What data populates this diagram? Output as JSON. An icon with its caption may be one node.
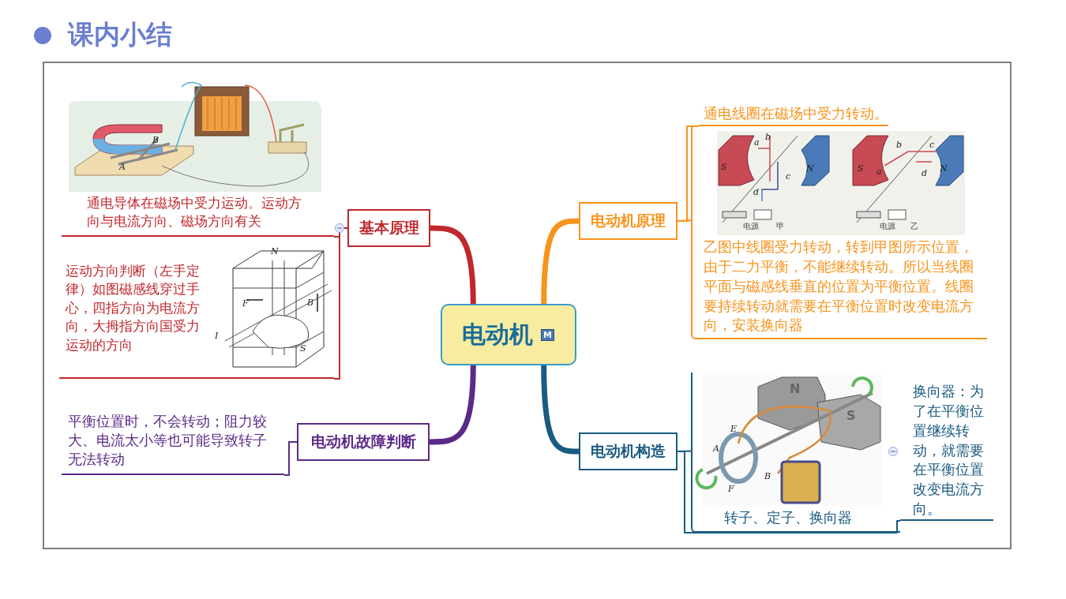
{
  "diagram": {
    "title": "课内小结",
    "nodes": [
      {
        "text": [
          "电动机"
        ]
      },
      {
        "text": [
          "基本原理"
        ]
      },
      {
        "text": [
          "电动机原理"
        ]
      },
      {
        "text": [
          "电动机故障判断"
        ]
      },
      {
        "text": [
          "电动机构造"
        ]
      },
      {
        "text": [
          "通电导体在磁场中受力运动。运动方向与电流方向、磁场方向有关"
        ]
      },
      {
        "text": [
          "运动方向判断（左手定律）如图磁感线穿过手心，四指方向为电流方向，大拇指方向国受力运动的方向"
        ]
      },
      {
        "text": [
          "通电线圈在磁场中受力转动。"
        ]
      },
      {
        "text": [
          "乙图中线圈受力转动，转到甲图所示位置，由于二力平衡，不能继续转动。所以当线圈平面与磁感线垂直的位置为平衡位置。线圈要持续转动就需要在平衡位置时改变电流方向，安装换向器"
        ]
      },
      {
        "text": [
          "平衡位置时，不会转动；阻力较大、电流太小等也可能导致转子无法转动"
        ]
      },
      {
        "text": [
          "转子、定子、换向器"
        ]
      },
      {
        "text": [
          "换向器：为了在平衡位置继续转动，就需要在平衡位置改变电流方向。"
        ]
      }
    ],
    "edges": [
      {
        "from": 0,
        "to": 1,
        "arrow": "none",
        "style": "thick",
        "color": "#c0282d"
      },
      {
        "from": 0,
        "to": 2,
        "arrow": "none",
        "style": "thick",
        "color": "#f7941d"
      },
      {
        "from": 0,
        "to": 3,
        "arrow": "none",
        "style": "thick",
        "color": "#5b2a86"
      },
      {
        "from": 0,
        "to": 4,
        "arrow": "none",
        "style": "thick",
        "color": "#1a5b80"
      },
      {
        "from": 1,
        "to": 5,
        "arrow": "none",
        "color": "#c0282d"
      },
      {
        "from": 1,
        "to": 6,
        "arrow": "none",
        "color": "#c0282d"
      },
      {
        "from": 2,
        "to": 7,
        "arrow": "none",
        "color": "#f7941d"
      },
      {
        "from": 2,
        "to": 8,
        "arrow": "none",
        "color": "#f7941d"
      },
      {
        "from": 3,
        "to": 9,
        "arrow": "none",
        "color": "#5b2a86"
      },
      {
        "from": 4,
        "to": 10,
        "arrow": "none",
        "color": "#1a5b80"
      },
      {
        "from": 4,
        "to": 11,
        "arrow": "none",
        "color": "#1a5b80"
      }
    ],
    "labels": [
      "M",
      "B",
      "A",
      "N",
      "F",
      "B",
      "I",
      "S",
      "b",
      "a",
      "S",
      "c",
      "N",
      "d",
      "电源",
      "甲",
      "c",
      "b",
      "S",
      "a",
      "N",
      "d",
      "电源",
      "乙",
      "N",
      "S",
      "E",
      "A",
      "F",
      "B"
    ]
  }
}
